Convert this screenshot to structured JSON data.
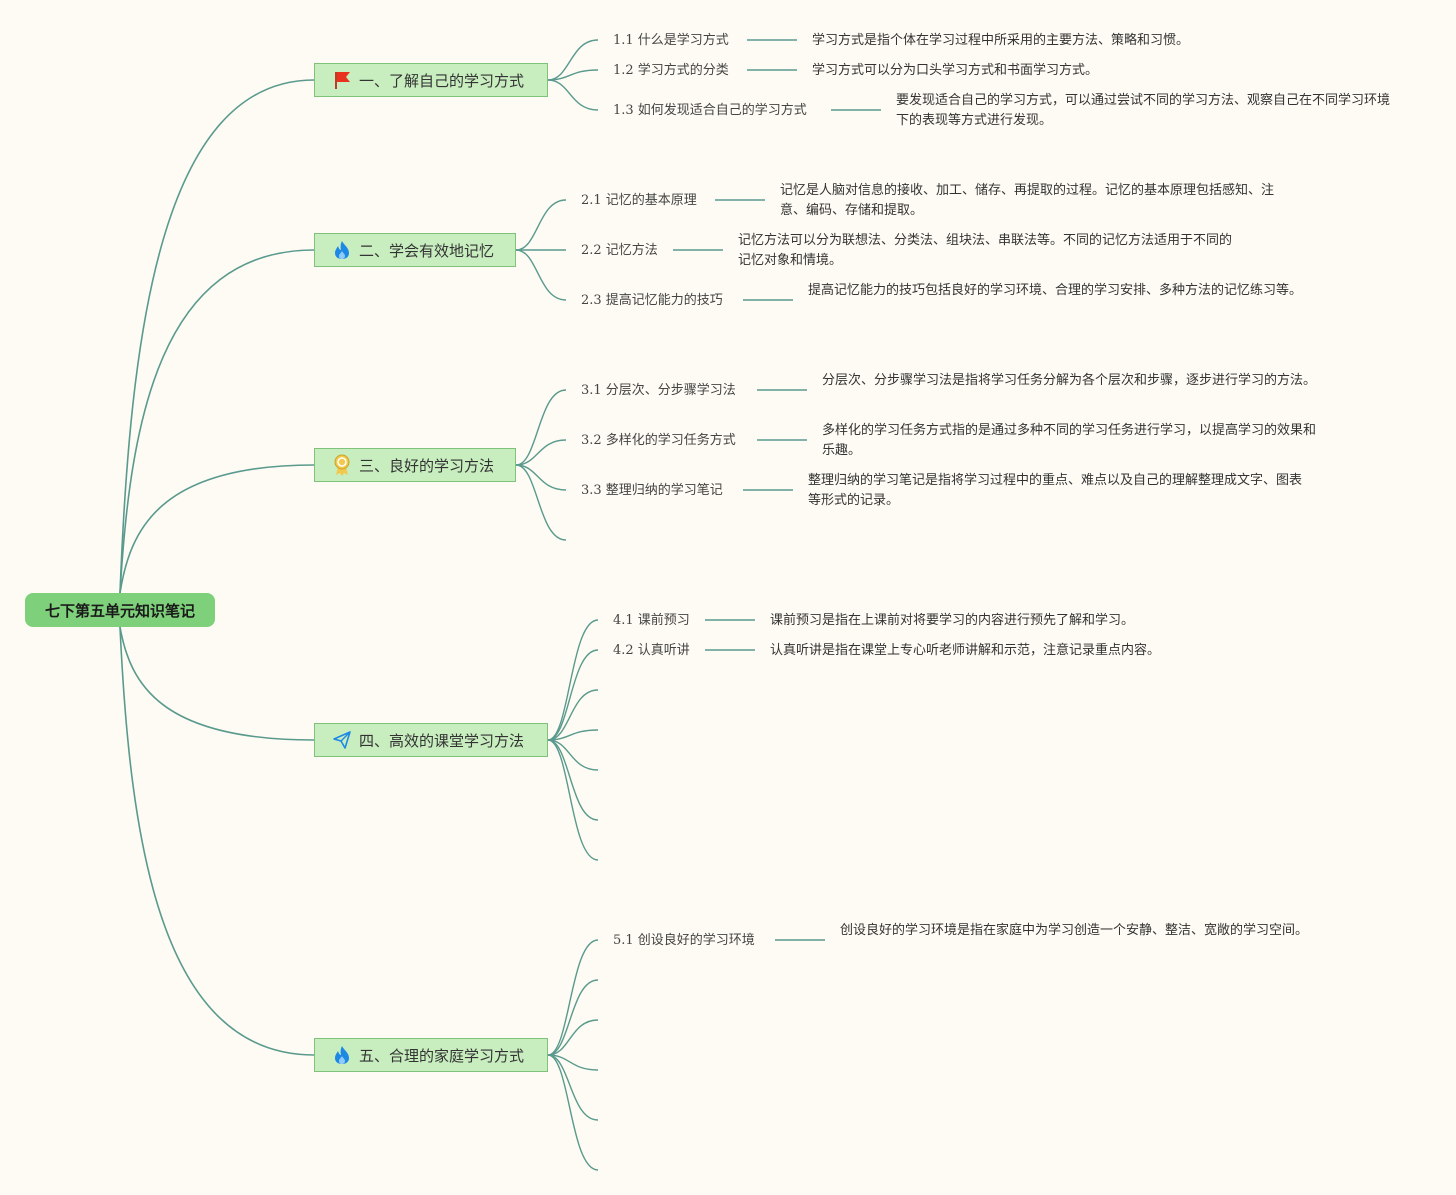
{
  "root": "七下第五单元知识笔记",
  "branches": [
    {
      "label": "一、了解自己的学习方式",
      "icon": "red-flag-icon",
      "items": [
        {
          "title": "1.1 什么是学习方式",
          "desc": "学习方式是指个体在学习过程中所采用的主要方法、策略和习惯。"
        },
        {
          "title": "1.2 学习方式的分类",
          "desc": "学习方式可以分为口头学习方式和书面学习方式。"
        },
        {
          "title": "1.3 如何发现适合自己的学习方式",
          "desc": "要发现适合自己的学习方式，可以通过尝试不同的学习方法、观察自己在不同学习环境下的表现等方式进行发现。"
        }
      ]
    },
    {
      "label": "二、学会有效地记忆",
      "icon": "fire-icon",
      "items": [
        {
          "title": "2.1 记忆的基本原理",
          "desc": "记忆是人脑对信息的接收、加工、储存、再提取的过程。记忆的基本原理包括感知、注意、编码、存储和提取。"
        },
        {
          "title": "2.2 记忆方法",
          "desc": "记忆方法可以分为联想法、分类法、组块法、串联法等。不同的记忆方法适用于不同的记忆对象和情境。"
        },
        {
          "title": "2.3 提高记忆能力的技巧",
          "desc": "提高记忆能力的技巧包括良好的学习环境、合理的学习安排、多种方法的记忆练习等。"
        }
      ]
    },
    {
      "label": "三、良好的学习方法",
      "icon": "award-icon",
      "items": [
        {
          "title": "3.1 分层次、分步骤学习法",
          "desc": "分层次、分步骤学习法是指将学习任务分解为各个层次和步骤，逐步进行学习的方法。"
        },
        {
          "title": "3.2 多样化的学习任务方式",
          "desc": "多样化的学习任务方式指的是通过多种不同的学习任务进行学习，以提高学习的效果和乐趣。"
        },
        {
          "title": "3.3 整理归纳的学习笔记",
          "desc": "整理归纳的学习笔记是指将学习过程中的重点、难点以及自己的理解整理成文字、图表等形式的记录。"
        }
      ]
    },
    {
      "label": "四、高效的课堂学习方法",
      "icon": "paper-plane-icon",
      "items": [
        {
          "title": "4.1 课前预习",
          "desc": "课前预习是指在上课前对将要学习的内容进行预先了解和学习。"
        },
        {
          "title": "4.2 认真听讲",
          "desc": "认真听讲是指在课堂上专心听老师讲解和示范，注意记录重点内容。"
        }
      ]
    },
    {
      "label": "五、合理的家庭学习方式",
      "icon": "fire-icon",
      "items": [
        {
          "title": "5.1 创设良好的学习环境",
          "desc": "创设良好的学习环境是指在家庭中为学习创造一个安静、整洁、宽敞的学习空间。"
        }
      ]
    }
  ]
}
